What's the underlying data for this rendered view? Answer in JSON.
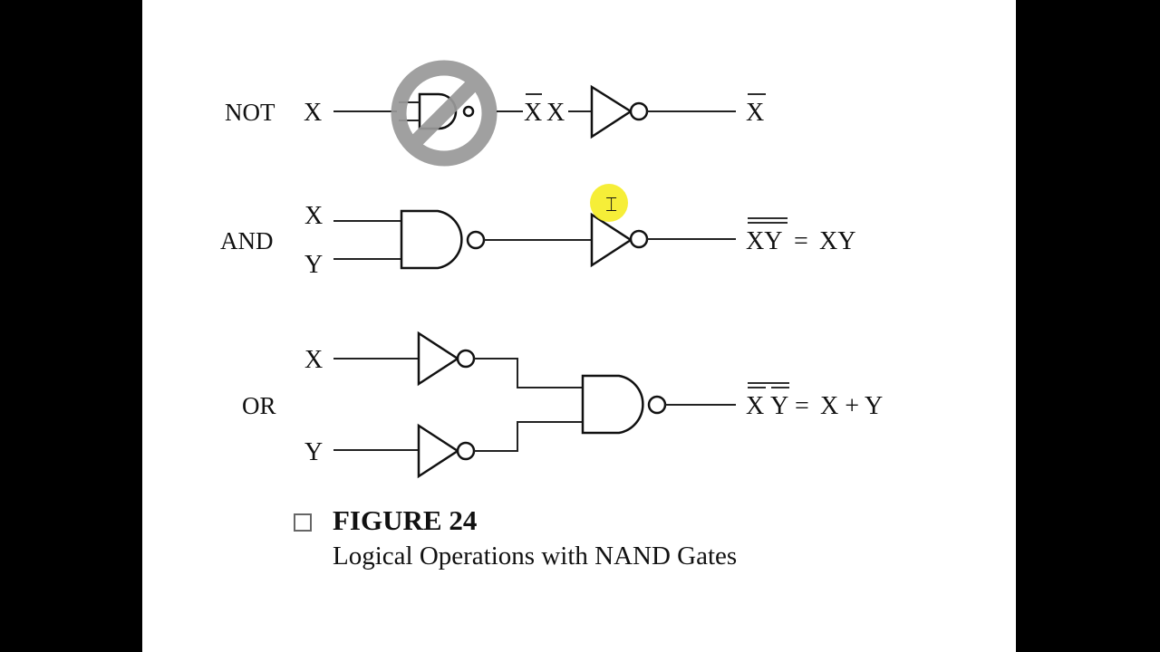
{
  "rows": {
    "not": {
      "label": "NOT",
      "input": "X",
      "mid_output": "X",
      "mid_input": "X",
      "output": "X"
    },
    "and": {
      "label": "AND",
      "input_1": "X",
      "input_2": "Y",
      "output_lhs": "XY",
      "equals": "=",
      "output_rhs": "XY"
    },
    "or": {
      "label": "OR",
      "input_1": "X",
      "input_2": "Y",
      "output_lhs_1": "X",
      "output_lhs_2": "Y",
      "equals": "=",
      "output_rhs": "X + Y"
    }
  },
  "figure": {
    "number": "FIGURE 24",
    "title": "Logical Operations with NAND Gates"
  },
  "overlay": {
    "forbidden_icon": "no-symbol-icon",
    "cursor": "text-cursor-icon",
    "highlight_color": "#f5ec1c",
    "forbidden_color": "#999999"
  }
}
